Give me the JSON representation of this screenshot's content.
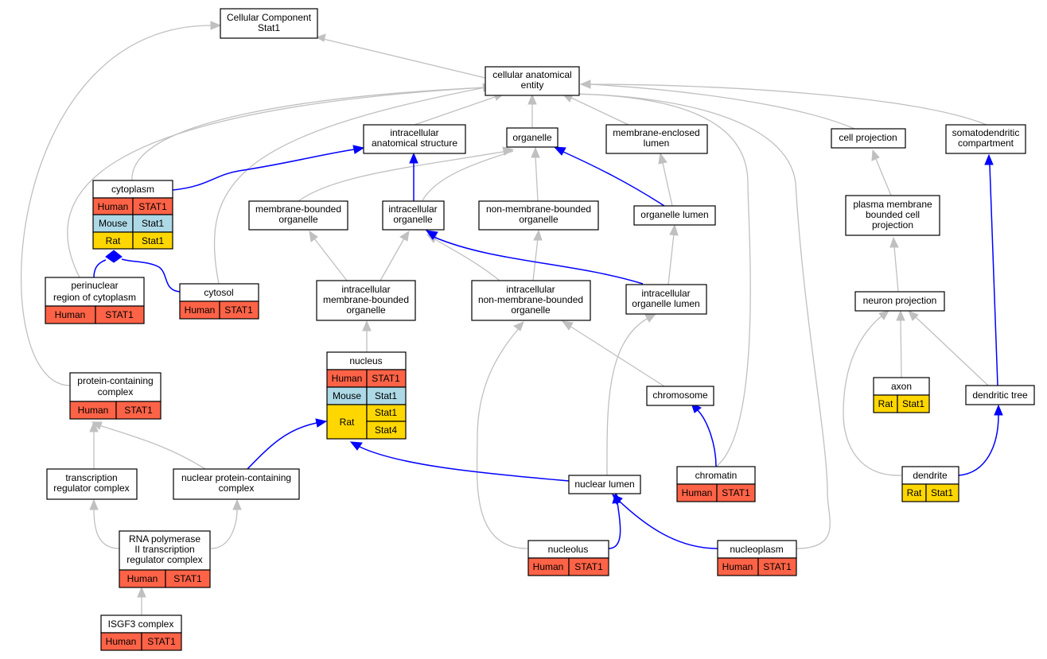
{
  "colors": {
    "human": "#ff6347",
    "mouse": "#add8e6",
    "rat": "#ffd700",
    "edge_isa": "#c0c0c0",
    "edge_partof": "#0000ff"
  },
  "nodes": {
    "cellular_component": [
      "Cellular Component",
      "Stat1"
    ],
    "cellular_anatomical_entity": [
      "cellular anatomical",
      "entity"
    ],
    "intracellular_anatomical_structure": [
      "intracellular",
      "anatomical structure"
    ],
    "organelle": [
      "organelle"
    ],
    "membrane_enclosed_lumen": [
      "membrane-enclosed",
      "lumen"
    ],
    "cell_projection": [
      "cell projection"
    ],
    "somatodendritic_compartment": [
      "somatodendritic",
      "compartment"
    ],
    "cytoplasm": [
      "cytoplasm"
    ],
    "membrane_bounded_organelle": [
      "membrane-bounded",
      "organelle"
    ],
    "intracellular_organelle": [
      "intracellular",
      "organelle"
    ],
    "non_membrane_bounded_organelle": [
      "non-membrane-bounded",
      "organelle"
    ],
    "organelle_lumen": [
      "organelle lumen"
    ],
    "plasma_membrane_bounded_cell_projection": [
      "plasma membrane",
      "bounded cell",
      "projection"
    ],
    "perinuclear_region": [
      "perinuclear",
      "region of cytoplasm"
    ],
    "cytosol": [
      "cytosol"
    ],
    "intracellular_membrane_bounded_organelle": [
      "intracellular",
      "membrane-bounded",
      "organelle"
    ],
    "intracellular_non_membrane_bounded_organelle": [
      "intracellular",
      "non-membrane-bounded",
      "organelle"
    ],
    "intracellular_organelle_lumen": [
      "intracellular",
      "organelle lumen"
    ],
    "neuron_projection": [
      "neuron projection"
    ],
    "nucleus": [
      "nucleus"
    ],
    "protein_containing_complex": [
      "protein-containing",
      "complex"
    ],
    "axon": [
      "axon"
    ],
    "dendritic_tree": [
      "dendritic tree"
    ],
    "chromosome": [
      "chromosome"
    ],
    "transcription_regulator_complex": [
      "transcription",
      "regulator complex"
    ],
    "nuclear_protein_containing_complex": [
      "nuclear protein-containing",
      "complex"
    ],
    "nuclear_lumen": [
      "nuclear lumen"
    ],
    "chromatin": [
      "chromatin"
    ],
    "dendrite": [
      "dendrite"
    ],
    "rna_polymerase_ii_complex": [
      "RNA polymerase",
      "II transcription",
      "regulator complex"
    ],
    "nucleolus": [
      "nucleolus"
    ],
    "nucleoplasm": [
      "nucleoplasm"
    ],
    "isgf3_complex": [
      "ISGF3 complex"
    ]
  },
  "annotations": {
    "human": "Human",
    "mouse": "Mouse",
    "rat": "Rat",
    "stat1_upper": "STAT1",
    "stat1": "Stat1",
    "stat4": "Stat4"
  }
}
